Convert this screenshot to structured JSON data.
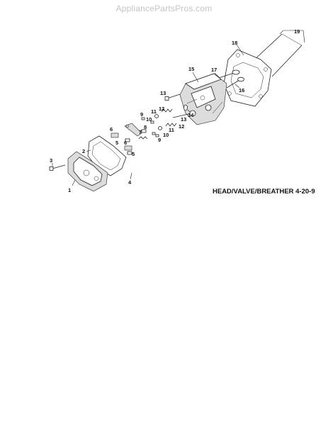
{
  "header": {
    "watermark": "AppliancePartsPros.com"
  },
  "diagram": {
    "caption": "HEAD/VALVE/BREATHER 4-20-9",
    "callouts": [
      "19",
      "18",
      "17",
      "15",
      "16",
      "13",
      "14",
      "12",
      "11",
      "10",
      "9",
      "8",
      "7",
      "6",
      "6",
      "5",
      "5",
      "4",
      "3",
      "2",
      "1",
      "9",
      "10",
      "11",
      "12",
      "13"
    ]
  }
}
